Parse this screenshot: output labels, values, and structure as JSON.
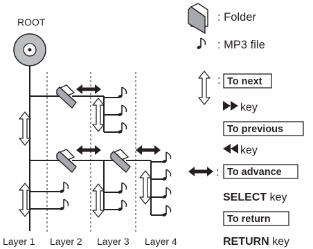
{
  "root_label": "ROOT",
  "legend": {
    "folder_text": ": Folder",
    "mp3_text": ": MP3 file",
    "next_label": "To next",
    "next_key": "key",
    "previous_label": "To previous",
    "previous_key": "key",
    "advance_label": "To advance",
    "advance_key_bold": "SELECT",
    "advance_key": " key",
    "return_label": "To return",
    "return_key_bold": "RETURN",
    "return_key": " key"
  },
  "layers": [
    "Layer 1",
    "Layer 2",
    "Layer 3",
    "Layer 4"
  ],
  "icons": {
    "folder": "folder-icon",
    "mp3": "music-note-icon",
    "vertical_arrow": "double-vertical-arrow-icon",
    "horizontal_arrow": "double-horizontal-arrow-icon",
    "disc": "disc-icon",
    "forward": "fast-forward-icon",
    "rewind": "rewind-icon"
  }
}
